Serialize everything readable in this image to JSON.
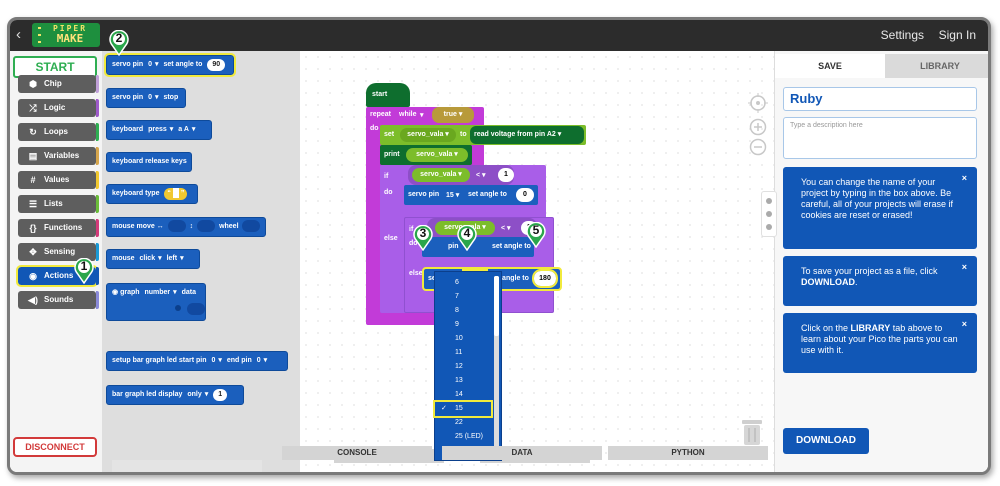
{
  "topbar": {
    "back": "‹",
    "logo_line1": "PIPER",
    "logo_line2": "MAKE",
    "settings": "Settings",
    "signin": "Sign In"
  },
  "sidebar": {
    "start": "START",
    "disconnect": "DISCONNECT",
    "categories": [
      {
        "label": "Chip",
        "icon": "chip-icon",
        "glyph": "⬢",
        "color": "#c0a0d8"
      },
      {
        "label": "Logic",
        "icon": "shuffle-icon",
        "glyph": "⤮",
        "color": "#9d5ac9"
      },
      {
        "label": "Loops",
        "icon": "loop-icon",
        "glyph": "↻",
        "color": "#2fae52"
      },
      {
        "label": "Variables",
        "icon": "variable-icon",
        "glyph": "▤",
        "color": "#d6a64d"
      },
      {
        "label": "Values",
        "icon": "hash-icon",
        "glyph": "#",
        "color": "#f0c830"
      },
      {
        "label": "Lists",
        "icon": "list-icon",
        "glyph": "☰",
        "color": "#6bbd3a"
      },
      {
        "label": "Functions",
        "icon": "braces-icon",
        "glyph": "{}",
        "color": "#d23b7a"
      },
      {
        "label": "Sensing",
        "icon": "sensing-icon",
        "glyph": "✥",
        "color": "#1b9ad6"
      },
      {
        "label": "Actions",
        "icon": "target-icon",
        "glyph": "◉",
        "color": "#1157b6"
      },
      {
        "label": "Sounds",
        "icon": "speaker-icon",
        "glyph": "◀)",
        "color": "#8a8ad8"
      }
    ]
  },
  "flyout": {
    "b1": {
      "text": "servo pin",
      "pin": "0",
      "mid": "set angle to",
      "angle": "90"
    },
    "b2": {
      "text": "servo pin",
      "pin": "0",
      "tail": "stop"
    },
    "b3": {
      "text": "keyboard",
      "mode": "press",
      "key": "a A"
    },
    "b4": {
      "text": "keyboard release keys"
    },
    "b5": {
      "text": "keyboard type",
      "quote_l": "“",
      "quote_r": "”"
    },
    "b6": {
      "text": "mouse move ↔",
      "mid": "↕",
      "tail": "wheel"
    },
    "b7": {
      "text": "mouse",
      "btn": "click",
      "dir": "left"
    },
    "b8": {
      "text": "graph",
      "mode": "number",
      "tail": "data"
    },
    "b9": {
      "text": "setup bar graph led start pin",
      "start": "0",
      "mid": "end pin",
      "end": "0"
    },
    "b10": {
      "text": "bar graph led display",
      "mode": "only",
      "val": "1"
    }
  },
  "workspace": {
    "start": "start",
    "repeat": "repeat",
    "while": "while",
    "true": "true",
    "do": "do",
    "set": "set",
    "var": "servo_vala",
    "to": "to",
    "read": "read voltage from pin",
    "pin": "A2",
    "print": "print",
    "if": "if",
    "lt": "<",
    "one": "1",
    "servo_pin": "servo pin",
    "pin15": "15",
    "set_angle": "set angle to",
    "zero": "0",
    "else": "else",
    "two": "2",
    "pin_word": "pin",
    "set_angle_cut": "set angle to",
    "angle180": "180",
    "dropdown": [
      "6",
      "7",
      "8",
      "9",
      "10",
      "11",
      "12",
      "13",
      "14",
      "15",
      "22",
      "25 (LED)"
    ],
    "dropdown_selected": "15",
    "check": "✓",
    "console": "CONSOLE",
    "data": "DATA",
    "python": "PYTHON",
    "markers": [
      "1",
      "2",
      "3",
      "4",
      "5"
    ]
  },
  "right": {
    "tab_save": "SAVE",
    "tab_library": "LIBRARY",
    "project_name": "Ruby",
    "desc_placeholder": "Type a description here",
    "notice1": "You can change the name of your project by typing in the box above. Be careful, all of your projects will erase if cookies are reset or erased!",
    "notice2_pre": "To save your project as a file, click ",
    "notice2_bold": "DOWNLOAD",
    "notice2_post": ".",
    "notice3_pre": "Click on the ",
    "notice3_bold": "LIBRARY",
    "notice3_post": " tab above to learn about your Pico the parts you can use with it.",
    "close": "×",
    "download": "DOWNLOAD"
  },
  "colors": {
    "blue": "#1157b6",
    "green": "#2fae52",
    "purple": "#b05bd6",
    "lime": "#7cbd2a",
    "marker": "#2aa64b",
    "highlight": "#f1ea3c"
  }
}
